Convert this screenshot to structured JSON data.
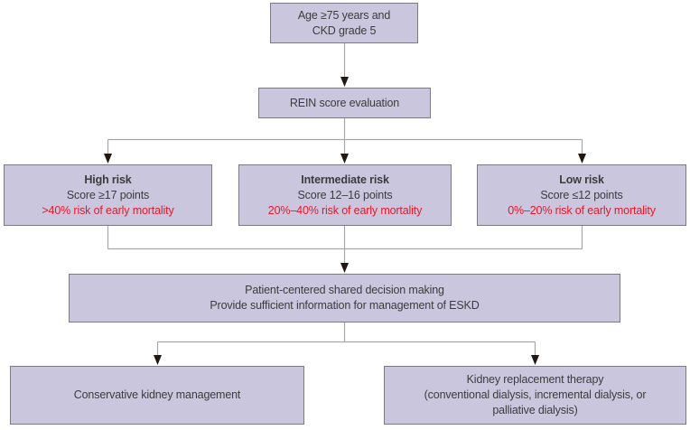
{
  "colors": {
    "box_fill": "#cac6de",
    "box_border": "#7c7987",
    "line": "#a9a7a7",
    "arrow": "#211814",
    "text": "#3c3c3c",
    "risk_text": "#e4192b"
  },
  "flowchart": {
    "start": {
      "lines": [
        "Age ≥75 years and",
        "CKD grade 5"
      ]
    },
    "evaluation": {
      "label": "REIN score evaluation"
    },
    "risk_groups": [
      {
        "title": "High risk",
        "score": "Score ≥17 points",
        "mortality": ">40% risk of early mortality"
      },
      {
        "title": "Intermediate risk",
        "score": "Score 12–16 points",
        "mortality": "20%–40% risk of early mortality"
      },
      {
        "title": "Low risk",
        "score": "Score ≤12 points",
        "mortality": "0%–20% risk of early mortality"
      }
    ],
    "decision": {
      "lines": [
        "Patient-centered shared decision making",
        "Provide sufficient information for management of ESKD"
      ]
    },
    "outcomes": [
      {
        "lines": [
          "Conservative kidney management"
        ]
      },
      {
        "lines": [
          "Kidney replacement therapy",
          "(conventional dialysis, incremental dialysis, or",
          "palliative dialysis)"
        ]
      }
    ]
  }
}
